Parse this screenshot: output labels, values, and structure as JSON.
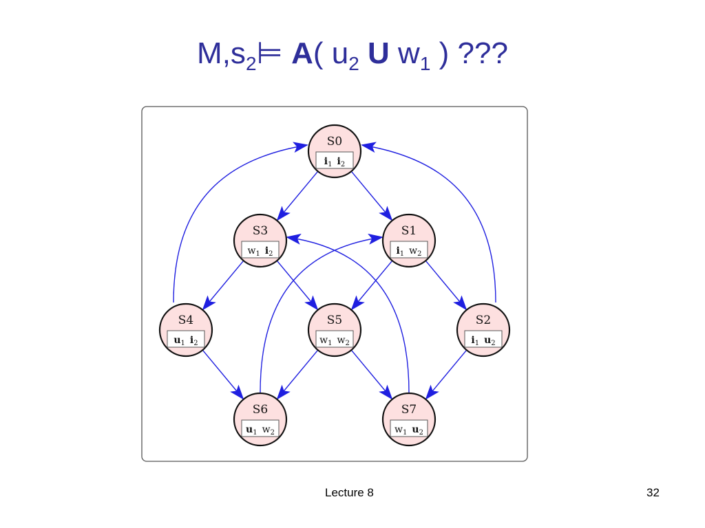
{
  "title": {
    "p1": "M,s",
    "p1sub": "2",
    "models": "⊨",
    "op": "A",
    "p2": "( u",
    "p2sub": "2",
    "until": "U",
    "p3": "w",
    "p3sub": "1",
    "p4": ") ???"
  },
  "footer": {
    "text": "Lecture 8",
    "page": "32"
  },
  "colors": {
    "node_fill": "#fde0e0",
    "edge": "#1f1fe0",
    "title": "#2e2e9a"
  },
  "nodes": [
    {
      "id": "S0",
      "labels": [
        {
          "v": "i",
          "s": "1",
          "bold": true
        },
        {
          "v": "i",
          "s": "2",
          "bold": true
        }
      ]
    },
    {
      "id": "S3",
      "labels": [
        {
          "v": "w",
          "s": "1",
          "bold": false
        },
        {
          "v": "i",
          "s": "2",
          "bold": true
        }
      ]
    },
    {
      "id": "S1",
      "labels": [
        {
          "v": "i",
          "s": "1",
          "bold": true
        },
        {
          "v": "w",
          "s": "2",
          "bold": false
        }
      ]
    },
    {
      "id": "S4",
      "labels": [
        {
          "v": "u",
          "s": "1",
          "bold": true
        },
        {
          "v": "i",
          "s": "2",
          "bold": true
        }
      ]
    },
    {
      "id": "S5",
      "labels": [
        {
          "v": "w",
          "s": "1",
          "bold": false
        },
        {
          "v": "w",
          "s": "2",
          "bold": false
        }
      ]
    },
    {
      "id": "S2",
      "labels": [
        {
          "v": "i",
          "s": "1",
          "bold": true
        },
        {
          "v": "u",
          "s": "2",
          "bold": true
        }
      ]
    },
    {
      "id": "S6",
      "labels": [
        {
          "v": "u",
          "s": "1",
          "bold": true
        },
        {
          "v": "w",
          "s": "2",
          "bold": false
        }
      ]
    },
    {
      "id": "S7",
      "labels": [
        {
          "v": "w",
          "s": "1",
          "bold": false
        },
        {
          "v": "u",
          "s": "2",
          "bold": true
        }
      ]
    }
  ],
  "edges": [
    [
      "S0",
      "S3"
    ],
    [
      "S0",
      "S1"
    ],
    [
      "S3",
      "S4"
    ],
    [
      "S3",
      "S5"
    ],
    [
      "S1",
      "S5"
    ],
    [
      "S1",
      "S2"
    ],
    [
      "S4",
      "S6"
    ],
    [
      "S5",
      "S6"
    ],
    [
      "S5",
      "S7"
    ],
    [
      "S2",
      "S7"
    ],
    [
      "S4",
      "S0"
    ],
    [
      "S2",
      "S0"
    ],
    [
      "S6",
      "S1"
    ],
    [
      "S7",
      "S3"
    ]
  ]
}
